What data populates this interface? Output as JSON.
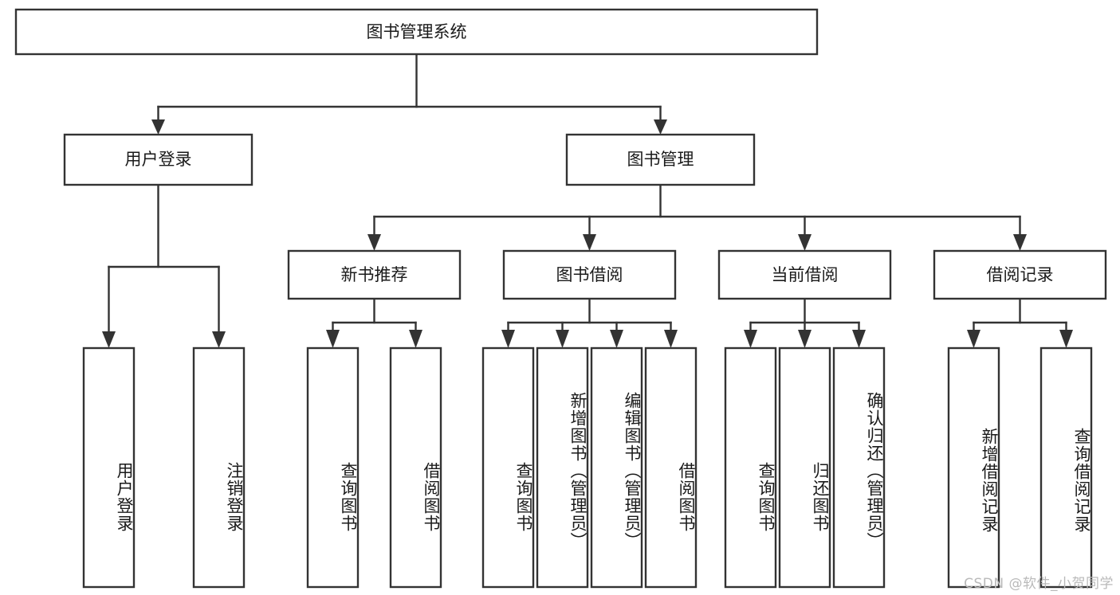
{
  "diagram": {
    "title": "图书管理系统",
    "type": "tree-hierarchy",
    "orientation": "top-down",
    "root": {
      "label": "图书管理系统"
    },
    "level2": [
      {
        "id": "user-login",
        "label": "用户登录"
      },
      {
        "id": "book-manage",
        "label": "图书管理"
      }
    ],
    "level3": [
      {
        "id": "new-book-recommend",
        "label": "新书推荐",
        "parent": "book-manage"
      },
      {
        "id": "book-borrow",
        "label": "图书借阅",
        "parent": "book-manage"
      },
      {
        "id": "current-borrow",
        "label": "当前借阅",
        "parent": "book-manage"
      },
      {
        "id": "borrow-record",
        "label": "借阅记录",
        "parent": "book-manage"
      }
    ],
    "leaves": [
      {
        "id": "leaf-user-login",
        "label": "用户登录",
        "parent": "user-login"
      },
      {
        "id": "leaf-logout-login",
        "label": "注销登录",
        "parent": "user-login"
      },
      {
        "id": "leaf-query-book-1",
        "label": "查询图书",
        "parent": "new-book-recommend"
      },
      {
        "id": "leaf-borrow-book-1",
        "label": "借阅图书",
        "parent": "new-book-recommend"
      },
      {
        "id": "leaf-query-book-2",
        "label": "查询图书",
        "parent": "book-borrow"
      },
      {
        "id": "leaf-add-book",
        "label": "新增图书（管理员）",
        "parent": "book-borrow"
      },
      {
        "id": "leaf-edit-book",
        "label": "编辑图书（管理员）",
        "parent": "book-borrow"
      },
      {
        "id": "leaf-borrow-book-2",
        "label": "借阅图书",
        "parent": "book-borrow"
      },
      {
        "id": "leaf-query-book-3",
        "label": "查询图书",
        "parent": "current-borrow"
      },
      {
        "id": "leaf-return-book",
        "label": "归还图书",
        "parent": "current-borrow"
      },
      {
        "id": "leaf-confirm-return",
        "label": "确认归还（管理员）",
        "parent": "current-borrow"
      },
      {
        "id": "leaf-add-record",
        "label": "新增借阅记录",
        "parent": "borrow-record"
      },
      {
        "id": "leaf-query-record",
        "label": "查询借阅记录",
        "parent": "borrow-record"
      }
    ]
  },
  "watermark": {
    "text": "CSDN @软件_小贺同学"
  },
  "colors": {
    "stroke": "#333333",
    "fill": "#ffffff",
    "text": "#1a1a1a",
    "watermark": "#b9b9b9"
  }
}
